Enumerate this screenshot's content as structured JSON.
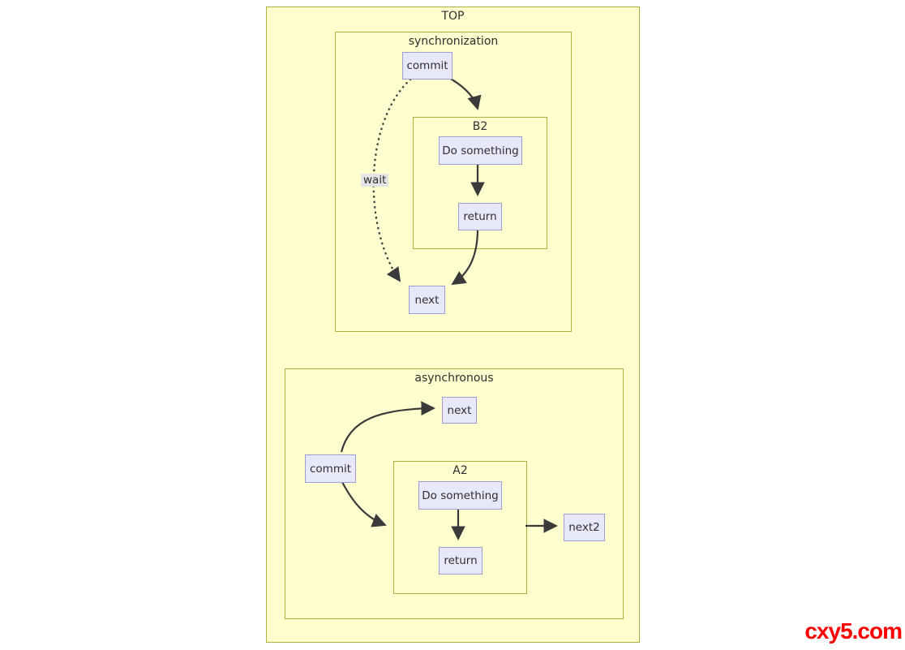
{
  "colors": {
    "frame_fill": "#FEFECE",
    "frame_border": "#AFAF3F",
    "node_fill": "#E8E8FB",
    "node_border": "#9C9CDB",
    "text": "#2F2F2F",
    "arrow": "#3A3A3A",
    "edge_label_bg": "#E4E4E4",
    "watermark": "#FF0000"
  },
  "diagram": {
    "top_label": "TOP",
    "synchronization": {
      "label": "synchronization",
      "commit": "commit",
      "b2_label": "B2",
      "do_something": "Do something",
      "return": "return",
      "next": "next",
      "wait": "wait"
    },
    "asynchronous": {
      "label": "asynchronous",
      "commit": "commit",
      "next": "next",
      "a2_label": "A2",
      "do_something": "Do something",
      "return": "return",
      "next2": "next2"
    },
    "edges": [
      {
        "from": "sync-commit",
        "to": "frame-b2",
        "style": "solid"
      },
      {
        "from": "b2-do-something",
        "to": "b2-return",
        "style": "solid"
      },
      {
        "from": "b2-return",
        "to": "sync-next",
        "style": "solid"
      },
      {
        "from": "sync-commit",
        "to": "sync-next",
        "style": "dotted",
        "label": "wait"
      },
      {
        "from": "async-commit",
        "to": "async-next",
        "style": "solid"
      },
      {
        "from": "async-commit",
        "to": "frame-a2",
        "style": "solid"
      },
      {
        "from": "a2-do-something",
        "to": "a2-return",
        "style": "solid"
      },
      {
        "from": "frame-a2",
        "to": "async-next2",
        "style": "solid"
      }
    ]
  },
  "watermark": "cxy5.com"
}
